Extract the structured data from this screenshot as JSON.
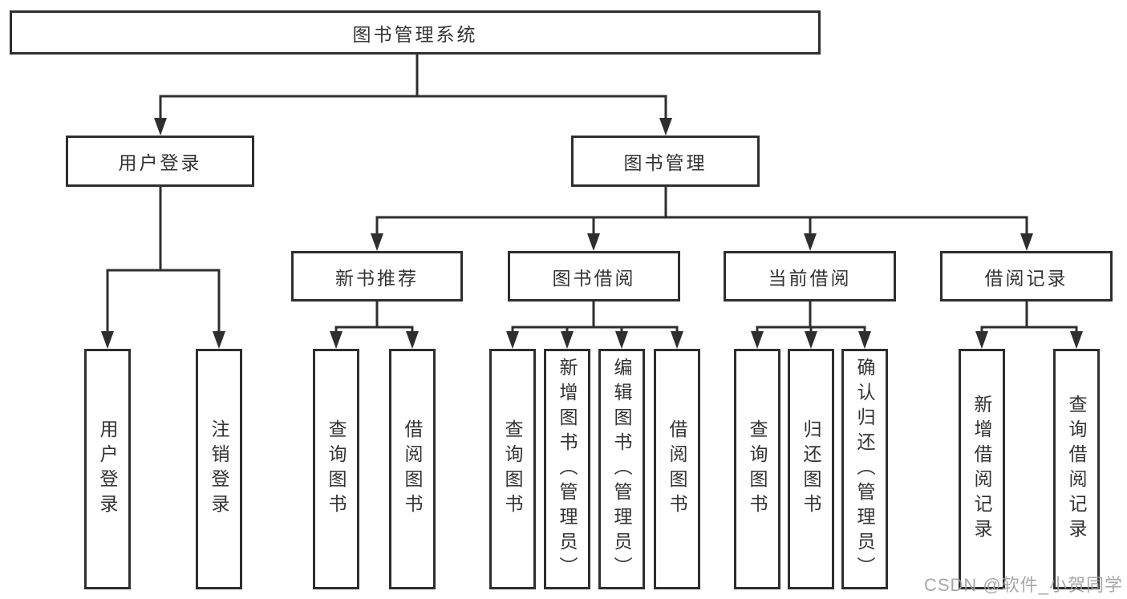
{
  "diagram": {
    "root_label": "图书管理系统",
    "level2": [
      {
        "label": "用户登录",
        "children": [
          {
            "label": "用户登录"
          },
          {
            "label": "注销登录"
          }
        ]
      },
      {
        "label": "图书管理",
        "children": [
          {
            "label": "新书推荐",
            "children": [
              {
                "label": "查询图书"
              },
              {
                "label": "借阅图书"
              }
            ]
          },
          {
            "label": "图书借阅",
            "children": [
              {
                "label": "查询图书"
              },
              {
                "label": "新增图书（管理员）"
              },
              {
                "label": "编辑图书（管理员）"
              },
              {
                "label": "借阅图书"
              }
            ]
          },
          {
            "label": "当前借阅",
            "children": [
              {
                "label": "查询图书"
              },
              {
                "label": "归还图书"
              },
              {
                "label": "确认归还（管理员）"
              }
            ]
          },
          {
            "label": "借阅记录",
            "children": [
              {
                "label": "新增借阅记录"
              },
              {
                "label": "查询借阅记录"
              }
            ]
          }
        ]
      }
    ]
  },
  "watermark": {
    "text": "CSDN @软件_小贺同学"
  },
  "colors": {
    "line": "#2e2e2e",
    "border": "#2e2e2e",
    "text": "#333333",
    "background": "#ffffff",
    "watermark": "#9e9e9e"
  }
}
